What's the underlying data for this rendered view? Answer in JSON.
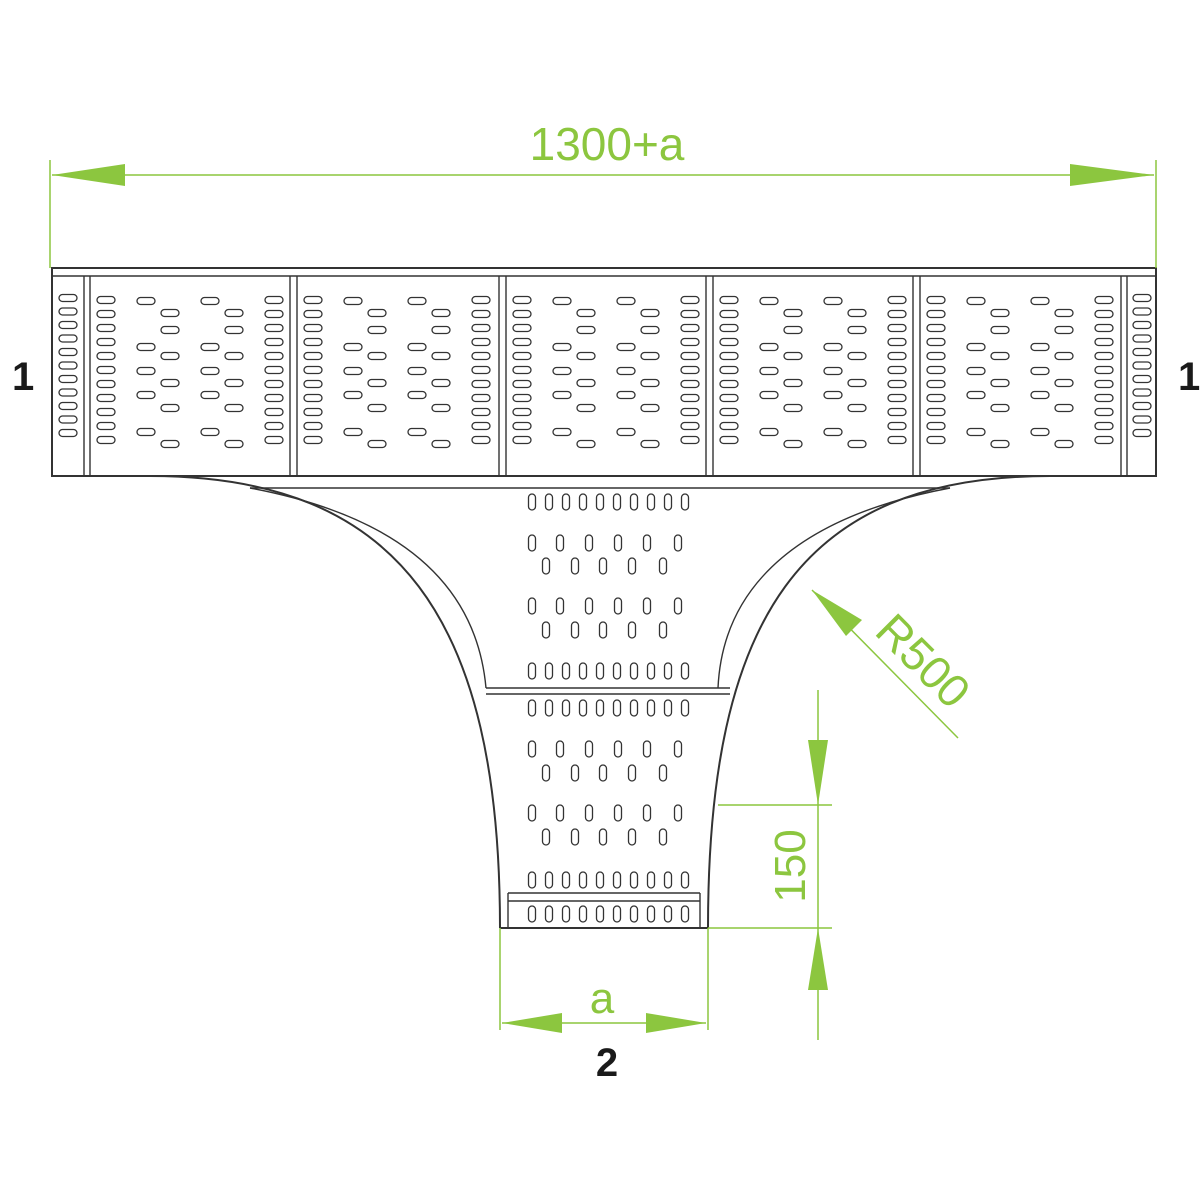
{
  "dimensions": {
    "overall_width": "1300+a",
    "branch_width": "a",
    "collar_length": "150",
    "radius": "R500"
  },
  "ports": {
    "left": "1",
    "right": "1",
    "bottom": "2"
  },
  "colors": {
    "dimension": "#8cc63f",
    "outline": "#333333",
    "port_label": "#1a1a1a"
  }
}
